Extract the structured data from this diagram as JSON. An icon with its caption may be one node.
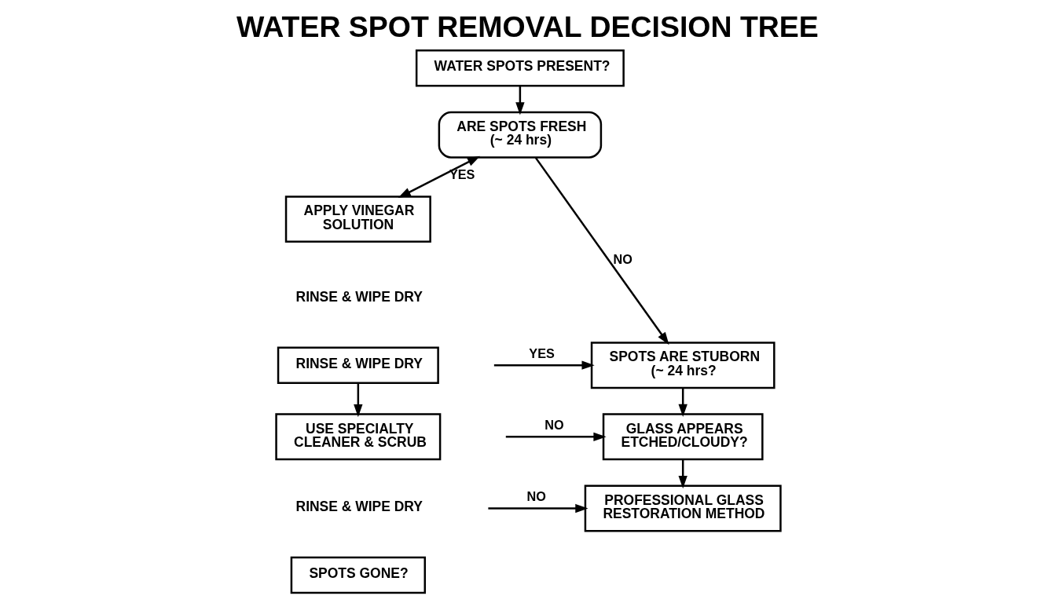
{
  "diagram": {
    "title": "WATER SPOT REMOVAL DECISION TREE",
    "nodes": [
      {
        "text": [
          "WATER SPOTS PRESENT?"
        ]
      },
      {
        "text": [
          "ARE SPOTS FRESH (~ 24 hrs)"
        ]
      },
      {
        "text": [
          "APPLY VINEGAR SOLUTION"
        ]
      },
      {
        "text": [
          "RINSE & WIPE DRY"
        ]
      },
      {
        "text": [
          "USE SPECIALTY CLEANER & SCRUB"
        ]
      },
      {
        "text": [
          "SPOTS GONE?"
        ]
      },
      {
        "text": [
          "SPOTS ARE STUBORN (~ 24 hrs?"
        ]
      },
      {
        "text": [
          "GLASS APPEARS ETCHED/CLOUDY?"
        ]
      },
      {
        "text": [
          "PROFESSIONAL GLASS RESTORATION METHOD"
        ]
      }
    ],
    "edges": [
      {
        "from": 0,
        "to": 1,
        "arrow": "to"
      },
      {
        "from": 1,
        "to": 2,
        "arrow": "both",
        "label": "YES"
      },
      {
        "from": 1,
        "to": 6,
        "arrow": "to",
        "label": "NO"
      },
      {
        "from": 3,
        "to": 4,
        "arrow": "to"
      },
      {
        "from": null,
        "to": 6,
        "arrow": "to",
        "label": "YES"
      },
      {
        "from": null,
        "to": 7,
        "arrow": "to",
        "label": "NO"
      },
      {
        "from": null,
        "to": 8,
        "arrow": "to",
        "label": "NO"
      },
      {
        "from": 6,
        "to": 7,
        "arrow": "to"
      },
      {
        "from": 7,
        "to": 8,
        "arrow": "to"
      }
    ],
    "labels": [
      "RINSE & WIPE DRY",
      "RINSE & WIPE DRY"
    ]
  }
}
